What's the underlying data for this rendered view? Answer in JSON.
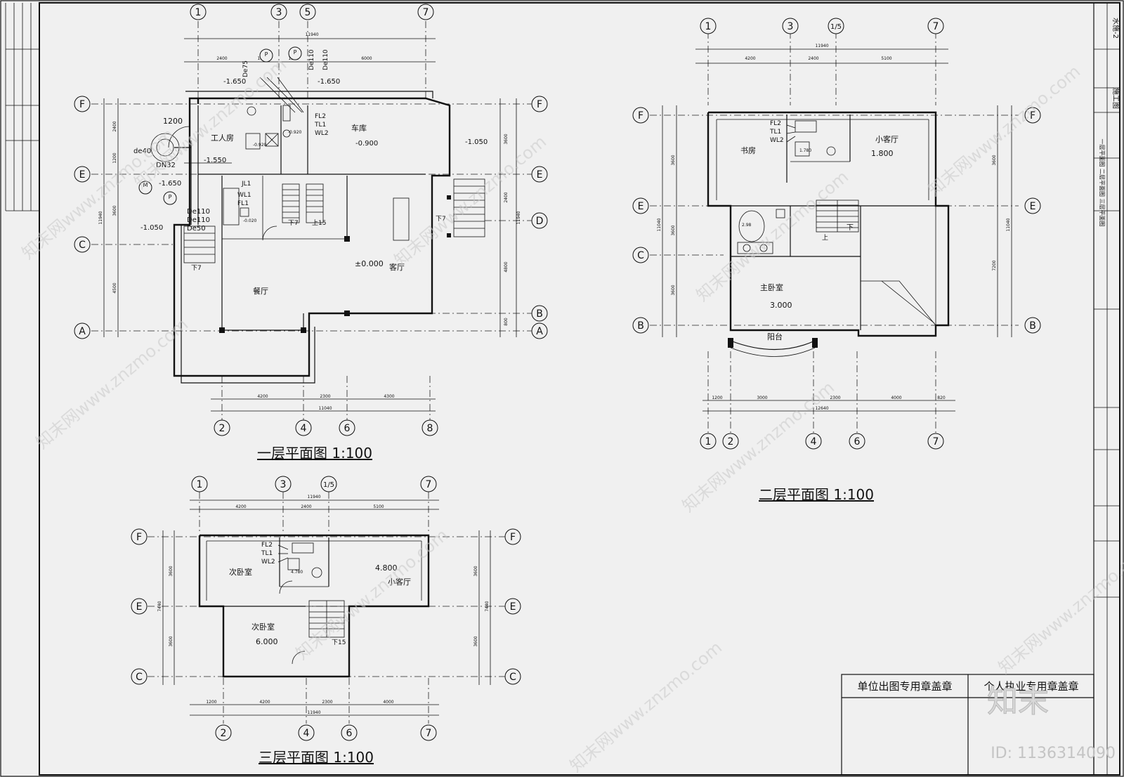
{
  "plans": {
    "floor1": {
      "title": "一层平面图 1:100",
      "grid_top": [
        "1",
        "3",
        "5",
        "7"
      ],
      "grid_bottom": [
        "2",
        "4",
        "6",
        "8"
      ],
      "grid_left": [
        "F",
        "E",
        "C",
        "A"
      ],
      "grid_right": [
        "F",
        "E",
        "D",
        "B",
        "A"
      ],
      "dims_top": [
        "2400",
        "1800",
        "1500",
        "6000"
      ],
      "dims_top_total": "11940",
      "dims_bottom": [
        "4200",
        "2300",
        "4300"
      ],
      "dims_bottom_total": "11040",
      "dims_left": [
        "2400",
        "1200",
        "3600",
        "4500"
      ],
      "dims_left_total": "11940",
      "dims_right": [
        "3600",
        "2400",
        "4800",
        "800"
      ],
      "dims_right_total": "11940",
      "rooms": [
        "工人房",
        "车库",
        "餐厅",
        "客厅"
      ],
      "levels": [
        "-1.650",
        "-1.650",
        "-0.900",
        "-1.050",
        "-1.550",
        "-1.650",
        "-1.050",
        "±0.000",
        "-0.020",
        "-0.920",
        "-0.920"
      ],
      "pipe_labels": [
        "FL2",
        "TL1",
        "WL2",
        "JL1",
        "WL1",
        "FL1",
        "DN32",
        "de40",
        "De110",
        "De110",
        "De50",
        "De75",
        "De110",
        "De110"
      ],
      "stair_labels": [
        "下7",
        "上15",
        "下7",
        "下7"
      ],
      "misc": [
        "1200",
        "P",
        "P",
        "P",
        "M"
      ]
    },
    "floor2": {
      "title": "二层平面图 1:100",
      "grid_top": [
        "1",
        "3",
        "1/5",
        "7"
      ],
      "grid_bottom": [
        "1",
        "2",
        "4",
        "6",
        "7"
      ],
      "grid_left": [
        "F",
        "E",
        "C",
        "B"
      ],
      "grid_right": [
        "F",
        "E",
        "B"
      ],
      "dims_top": [
        "4200",
        "2400",
        "5100"
      ],
      "dims_top_total": "11940",
      "dims_bottom": [
        "1200",
        "3000",
        "2300",
        "4000",
        "820"
      ],
      "dims_bottom_total": "12640",
      "dims_left": [
        "3600",
        "3600",
        "3600"
      ],
      "dims_left_total": "11040",
      "dims_right": [
        "3600",
        "7200"
      ],
      "dims_right_total": "11040",
      "rooms": [
        "书房",
        "小客厅",
        "主卧室",
        "阳台"
      ],
      "levels": [
        "1.800",
        "3.000",
        "1.780",
        "2.98"
      ],
      "pipe_labels": [
        "FL2",
        "TL1",
        "WL2"
      ],
      "stair_labels": [
        "上",
        "下"
      ]
    },
    "floor3": {
      "title": "三层平面图 1:100",
      "grid_top": [
        "1",
        "3",
        "1/5",
        "7"
      ],
      "grid_bottom": [
        "2",
        "4",
        "6",
        "7"
      ],
      "grid_left": [
        "F",
        "E",
        "C"
      ],
      "grid_right": [
        "F",
        "E",
        "C"
      ],
      "dims_top": [
        "4200",
        "2400",
        "5100"
      ],
      "dims_top_total": "11940",
      "dims_bottom": [
        "1200",
        "4200",
        "2300",
        "4000"
      ],
      "dims_bottom_total": "11940",
      "dims_left": [
        "3600",
        "3600"
      ],
      "dims_left_total": "7440",
      "dims_right": [
        "3600",
        "3600"
      ],
      "dims_right_total": "7440",
      "rooms": [
        "次卧室",
        "小客厅",
        "次卧室"
      ],
      "levels": [
        "4.800",
        "6.000",
        "4.780"
      ],
      "pipe_labels": [
        "FL2",
        "TL1",
        "WL2"
      ],
      "stair_labels": [
        "下15"
      ]
    }
  },
  "title_block": {
    "stamp_unit": "单位出图专用章盖章",
    "stamp_personal": "个人执业专用章盖章",
    "drawing_no": "水施-2",
    "stage": "施工图",
    "drawing_name": "一层平面图 二层平面图 三层平面图"
  },
  "watermark": {
    "brand": "知末",
    "site": "知末网www.znzmo.com",
    "id_text": "ID: 1136314090"
  },
  "colors": {
    "background": "#f0f0f0",
    "line": "#111111",
    "watermark": "#c9c9c9"
  }
}
